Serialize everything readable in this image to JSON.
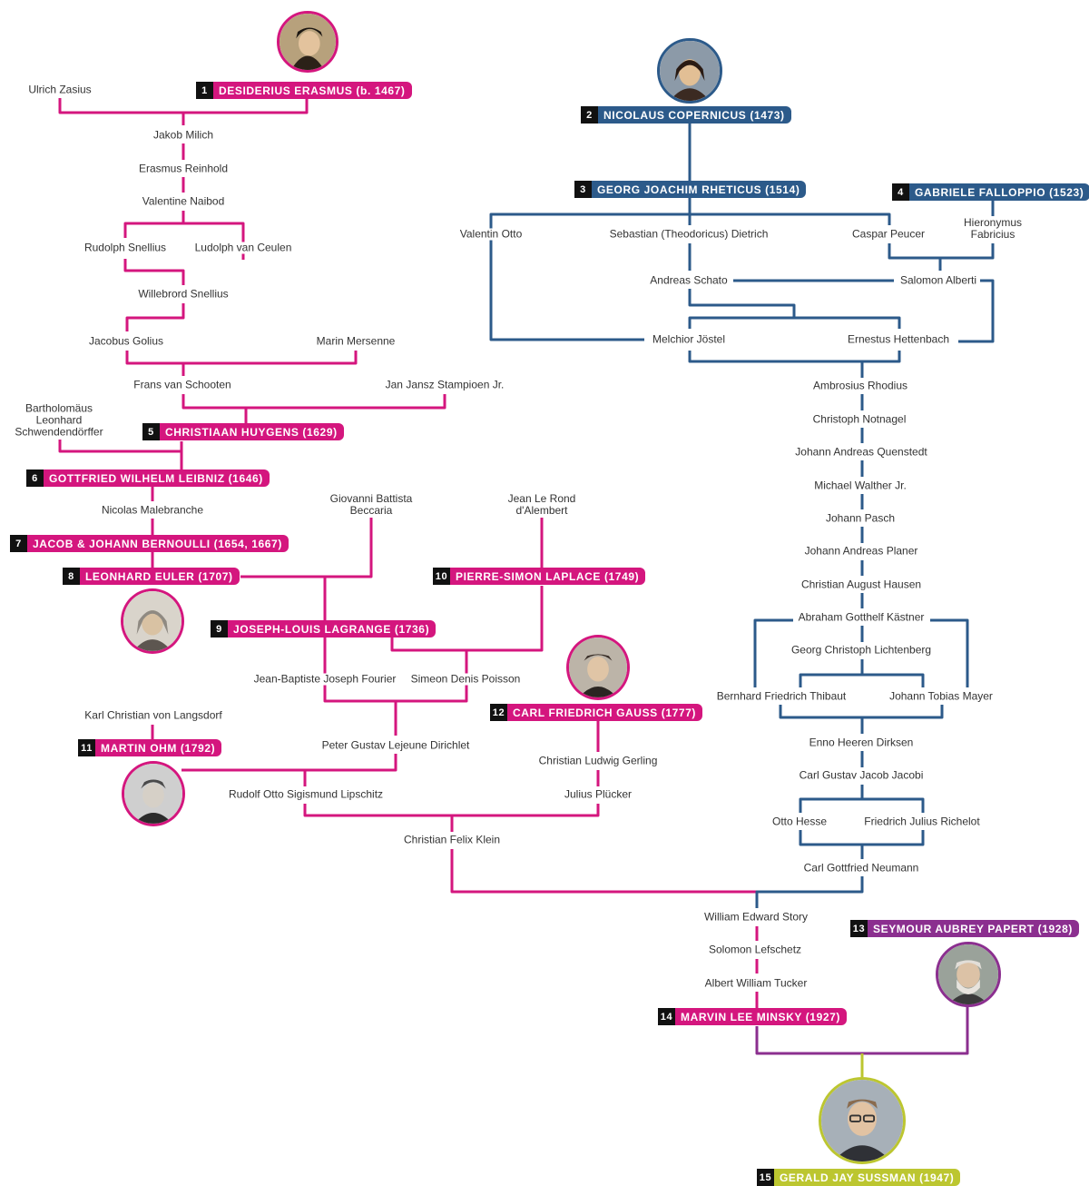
{
  "scientists": {
    "s1": {
      "num": "1",
      "name": "DESIDERIUS ERASMUS (b. 1467)"
    },
    "s2": {
      "num": "2",
      "name": "NICOLAUS COPERNICUS (1473)"
    },
    "s3": {
      "num": "3",
      "name": "GEORG JOACHIM RHETICUS (1514)"
    },
    "s4": {
      "num": "4",
      "name": "GABRIELE FALLOPPIO (1523)"
    },
    "s5": {
      "num": "5",
      "name": "CHRISTIAAN HUYGENS (1629)"
    },
    "s6": {
      "num": "6",
      "name": "GOTTFRIED WILHELM LEIBNIZ (1646)"
    },
    "s7": {
      "num": "7",
      "name": "JACOB & JOHANN BERNOULLI (1654, 1667)"
    },
    "s8": {
      "num": "8",
      "name": "LEONHARD EULER (1707)"
    },
    "s9": {
      "num": "9",
      "name": "JOSEPH-LOUIS LAGRANGE (1736)"
    },
    "s10": {
      "num": "10",
      "name": "PIERRE-SIMON LAPLACE (1749)"
    },
    "s11": {
      "num": "11",
      "name": "MARTIN OHM (1792)"
    },
    "s12": {
      "num": "12",
      "name": "CARL FRIEDRICH GAUSS (1777)"
    },
    "s13": {
      "num": "13",
      "name": "SEYMOUR AUBREY PAPERT (1928)"
    },
    "s14": {
      "num": "14",
      "name": "MARVIN LEE MINSKY (1927)"
    },
    "s15": {
      "num": "15",
      "name": "GERALD JAY SUSSMAN (1947)"
    }
  },
  "people": {
    "ulrich_zasius": "Ulrich Zasius",
    "jakob_milich": "Jakob Milich",
    "erasmus_reinhold": "Erasmus Reinhold",
    "valentine_naibod": "Valentine Naibod",
    "rudolph_snellius": "Rudolph Snellius",
    "ludolph_van_ceulen": "Ludolph van Ceulen",
    "willebrord_snellius": "Willebrord Snellius",
    "jacobus_golius": "Jacobus Golius",
    "marin_mersenne": "Marin Mersenne",
    "frans_van_schooten": "Frans van Schooten",
    "jan_jansz_stampioen": "Jan Jansz Stampioen Jr.",
    "bartholomaus_1": "Bartholomäus",
    "bartholomaus_2": "Leonhard",
    "bartholomaus_3": "Schwendendörffer",
    "nicolas_malebranche": "Nicolas Malebranche",
    "beccaria_1": "Giovanni Battista",
    "beccaria_2": "Beccaria",
    "dalembert_1": "Jean Le Rond",
    "dalembert_2": "d'Alembert",
    "fourier": "Jean-Baptiste Joseph Fourier",
    "poisson": "Simeon Denis Poisson",
    "langsdorf": "Karl Christian von Langsdorf",
    "dirichlet": "Peter Gustav Lejeune Dirichlet",
    "gerling": "Christian Ludwig Gerling",
    "lipschitz": "Rudolf Otto Sigismund Lipschitz",
    "plucker": "Julius Plücker",
    "klein": "Christian Felix Klein",
    "valentin_otto": "Valentin Otto",
    "dietrich": "Sebastian (Theodoricus) Dietrich",
    "caspar_peucer": "Caspar Peucer",
    "fabricius_1": "Hieronymus",
    "fabricius_2": "Fabricius",
    "andreas_schato": "Andreas Schato",
    "salomon_alberti": "Salomon Alberti",
    "melchior_jostel": "Melchior Jöstel",
    "ernestus_hettenbach": "Ernestus Hettenbach",
    "ambrosius_rhodius": "Ambrosius Rhodius",
    "christoph_notnagel": "Christoph Notnagel",
    "quenstedt": "Johann Andreas Quenstedt",
    "walther": "Michael Walther Jr.",
    "pasch": "Johann Pasch",
    "planer": "Johann Andreas Planer",
    "hausen": "Christian August Hausen",
    "kastner": "Abraham Gotthelf Kästner",
    "lichtenberg": "Georg Christoph Lichtenberg",
    "thibaut": "Bernhard Friedrich Thibaut",
    "mayer": "Johann Tobias Mayer",
    "dirksen": "Enno Heeren Dirksen",
    "jacobi": "Carl Gustav Jacob Jacobi",
    "hesse": "Otto Hesse",
    "richelot": "Friedrich Julius Richelot",
    "neumann": "Carl Gottfried Neumann",
    "story": "William Edward Story",
    "lefschetz": "Solomon Lefschetz",
    "tucker": "Albert William Tucker"
  },
  "colors": {
    "magenta": "#d4167e",
    "blue": "#2c5a8a",
    "purple": "#8b2f8f",
    "olive": "#bcc630",
    "number_box": "#111111"
  }
}
